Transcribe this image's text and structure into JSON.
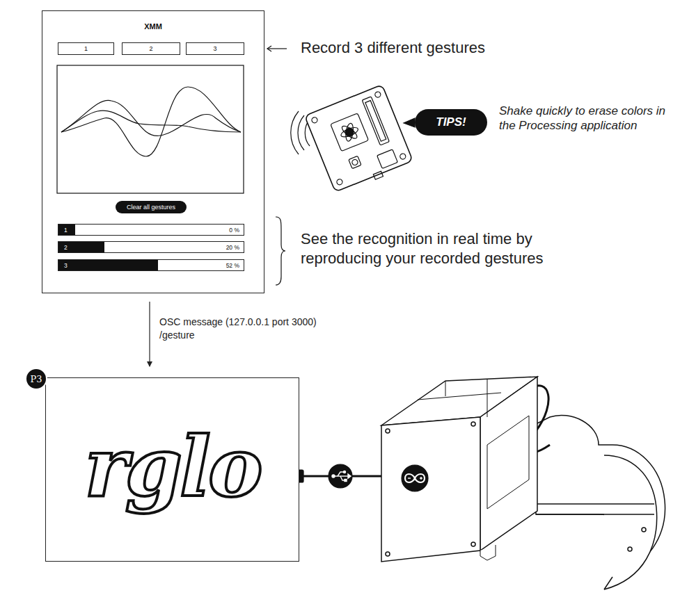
{
  "diagram": {
    "nodes": [
      {
        "text": [
          "XMM"
        ]
      },
      {
        "text": [
          "1"
        ],
        "in": 0
      },
      {
        "text": [
          "2"
        ],
        "in": 0
      },
      {
        "text": [
          "3"
        ],
        "in": 0
      },
      {
        "text": [
          "Clear all gestures"
        ],
        "in": 0
      },
      {
        "text": [
          "1",
          "0 %"
        ],
        "in": 0
      },
      {
        "text": [
          "2",
          "20 %"
        ],
        "in": 0
      },
      {
        "text": [
          "3",
          "52 %"
        ],
        "in": 0
      },
      {
        "text": [
          "TIPS!"
        ]
      },
      {
        "text": [
          "rglo"
        ]
      },
      {
        "text": [
          "P3"
        ],
        "in": 9
      }
    ],
    "edges": [
      {
        "from": 0,
        "to": 9,
        "arrow": "to",
        "label": "OSC message (127.0.0.1 port 3000) /gesture"
      }
    ],
    "labels": [
      "Record 3 different gestures",
      "Shake quickly to erase colors in the Processing application",
      "See the recognition in real time by reproducing your recorded gestures"
    ]
  }
}
